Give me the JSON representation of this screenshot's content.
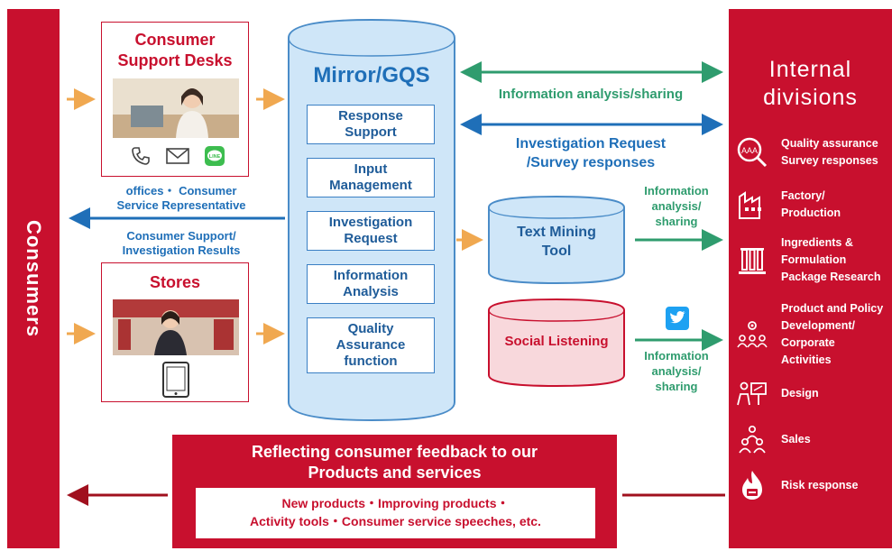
{
  "consumers": {
    "label": "Consumers"
  },
  "support_desks": {
    "title_line1": "Consumer",
    "title_line2": "Support Desks"
  },
  "offices_label": {
    "line1": "offices・ Consumer",
    "line2": "Service Representative"
  },
  "support_results": {
    "line1": "Consumer Support/",
    "line2": "Investigation Results"
  },
  "stores": {
    "title": "Stores"
  },
  "mirror": {
    "title": "Mirror/GQS",
    "boxes": [
      {
        "line1": "Response",
        "line2": "Support"
      },
      {
        "line1": "Input",
        "line2": "Management"
      },
      {
        "line1": "Investigation",
        "line2": "Request"
      },
      {
        "line1": "Information",
        "line2": "Analysis"
      },
      {
        "line1": "Quality",
        "line2": "Assurance",
        "line3": "function"
      }
    ]
  },
  "info_sharing_top": "Information analysis/sharing",
  "investigation_request": {
    "line1": "Investigation Request",
    "line2": "/Survey responses"
  },
  "text_mining": {
    "line1": "Text Mining",
    "line2": "Tool"
  },
  "text_mining_share": {
    "line1": "Information",
    "line2": "analysis/",
    "line3": "sharing"
  },
  "social_listening": {
    "label": "Social Listening"
  },
  "social_share": {
    "line1": "Information",
    "line2": "analysis/",
    "line3": "sharing"
  },
  "internal": {
    "title_line1": "Internal",
    "title_line2": "divisions",
    "items": [
      {
        "icon": "quality-magnifier-icon",
        "line1": "Quality assurance",
        "line2": "Survey responses"
      },
      {
        "icon": "factory-icon",
        "line1": "Factory/",
        "line2": "Production"
      },
      {
        "icon": "test-tubes-icon",
        "line1": "Ingredients &",
        "line2": "Formulation",
        "line3": "Package Research"
      },
      {
        "icon": "people-gear-icon",
        "line1": "Product and Policy",
        "line2": "Development/",
        "line3": "Corporate",
        "line4": "Activities"
      },
      {
        "icon": "design-icon",
        "line1": "Design"
      },
      {
        "icon": "sales-people-icon",
        "line1": "Sales"
      },
      {
        "icon": "fire-risk-icon",
        "line1": "Risk response"
      }
    ]
  },
  "feedback": {
    "title_line1": "Reflecting consumer feedback to our",
    "title_line2": "Products and services",
    "detail_line1": "New products・Improving products・",
    "detail_line2": "Activity tools・Consumer service speeches, etc."
  },
  "colors": {
    "red": "#c8102e",
    "blue": "#1f6fb8",
    "green": "#2f9c6e",
    "orange": "#f0a850",
    "cylinder": "#cfe6f8"
  }
}
